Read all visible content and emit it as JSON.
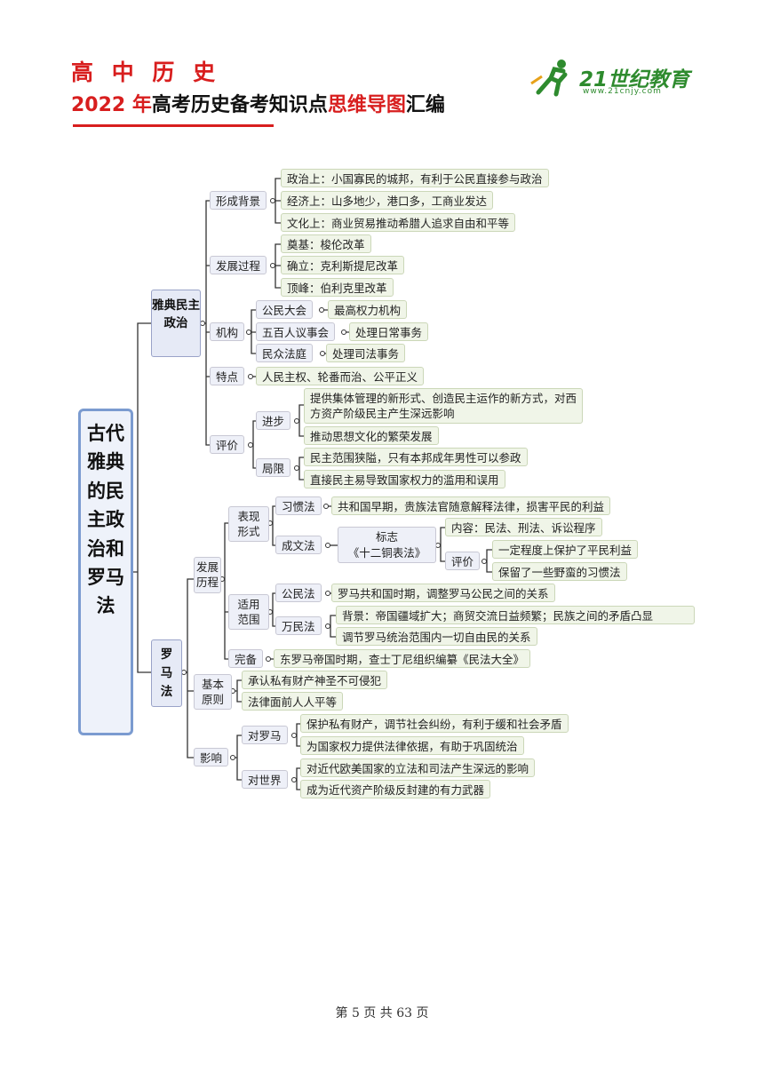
{
  "header": {
    "line1": "高 中 历 史",
    "line2_a": "2022 年",
    "line2_b": "高考历史备考知识点",
    "line2_c": "思维导图",
    "line2_d": "汇编"
  },
  "logo": {
    "text": "21世纪教育",
    "sub": "www.21cnjy.com",
    "icon": "runner-icon"
  },
  "colors": {
    "accent": "#d81e1e",
    "logo_green": "#2e8b2e",
    "root_border": "#7b9bd0"
  },
  "mindmap": {
    "root": "古代雅典的民主政治和罗马法",
    "athens": {
      "title": "雅典民主政治",
      "background": {
        "label": "形成背景",
        "items": [
          "政治上：小国寡民的城邦，有利于公民直接参与政治",
          "经济上：山多地少，港口多，工商业发达",
          "文化上：商业贸易推动希腊人追求自由和平等"
        ]
      },
      "process": {
        "label": "发展过程",
        "items": [
          "奠基：梭伦改革",
          "确立：克利斯提尼改革",
          "顶峰：伯利克里改革"
        ]
      },
      "institutions": {
        "label": "机构",
        "items": [
          {
            "name": "公民大会",
            "role": "最高权力机构"
          },
          {
            "name": "五百人议事会",
            "role": "处理日常事务"
          },
          {
            "name": "民众法庭",
            "role": "处理司法事务"
          }
        ]
      },
      "features": {
        "label": "特点",
        "text": "人民主权、轮番而治、公平正义"
      },
      "evaluation": {
        "label": "评价",
        "progress": {
          "label": "进步",
          "items": [
            "提供集体管理的新形式、创造民主运作的新方式，对西方资产阶级民主产生深远影响",
            "推动思想文化的繁荣发展"
          ]
        },
        "limits": {
          "label": "局限",
          "items": [
            "民主范围狭隘，只有本邦成年男性可以参政",
            "直接民主易导致国家权力的滥用和误用"
          ]
        }
      }
    },
    "rome": {
      "title": "罗马法",
      "history": {
        "label": "发展历程",
        "forms": {
          "label": "表现形式",
          "customary": {
            "label": "习惯法",
            "text": "共和国早期，贵族法官随意解释法律，损害平民的利益"
          },
          "written": {
            "label": "成文法",
            "mark_label": "标志",
            "mark_name": "《十二铜表法》",
            "content": "内容：民法、刑法、诉讼程序",
            "eval_label": "评价",
            "eval_items": [
              "一定程度上保护了平民利益",
              "保留了一些野蛮的习惯法"
            ]
          }
        },
        "scope": {
          "label": "适用范围",
          "civil": {
            "label": "公民法",
            "text": "罗马共和国时期，调整罗马公民之间的关系"
          },
          "gentium": {
            "label": "万民法",
            "items": [
              "背景：帝国疆域扩大；商贸交流日益频繁；民族之间的矛盾凸显",
              "调节罗马统治范围内一切自由民的关系"
            ]
          }
        },
        "complete": {
          "label": "完备",
          "text": "东罗马帝国时期，查士丁尼组织编纂《民法大全》"
        }
      },
      "principles": {
        "label": "基本原则",
        "items": [
          "承认私有财产神圣不可侵犯",
          "法律面前人人平等"
        ]
      },
      "influence": {
        "label": "影响",
        "to_rome": {
          "label": "对罗马",
          "items": [
            "保护私有财产，调节社会纠纷，有利于缓和社会矛盾",
            "为国家权力提供法律依据，有助于巩固统治"
          ]
        },
        "to_world": {
          "label": "对世界",
          "items": [
            "对近代欧美国家的立法和司法产生深远的影响",
            "成为近代资产阶级反封建的有力武器"
          ]
        }
      }
    }
  },
  "footer": {
    "text": "第 5 页 共 63 页"
  }
}
